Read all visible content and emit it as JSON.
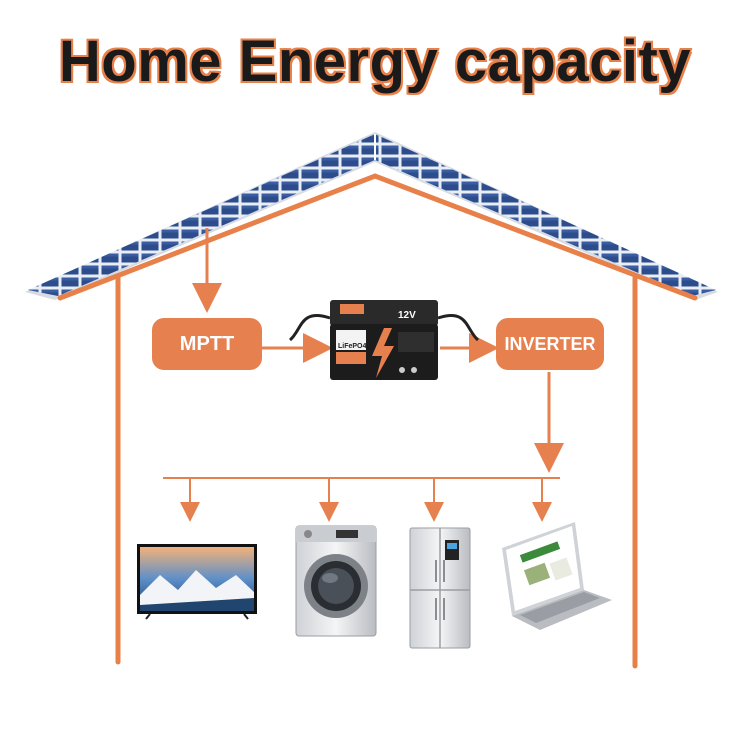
{
  "title": "Home Energy capacity",
  "boxes": {
    "mptt": "MPTT",
    "inverter": "INVERTER"
  },
  "battery": {
    "brand_label": "LiFePO4",
    "voltage_label": "12V"
  },
  "appliances": [
    "tv-icon",
    "washing-machine-icon",
    "refrigerator-icon",
    "laptop-icon"
  ],
  "colors": {
    "accent": "#e6804f",
    "house_outline": "#e8804a",
    "solar_panel": "#2c4c8c",
    "title_text": "#1a1a1a"
  }
}
